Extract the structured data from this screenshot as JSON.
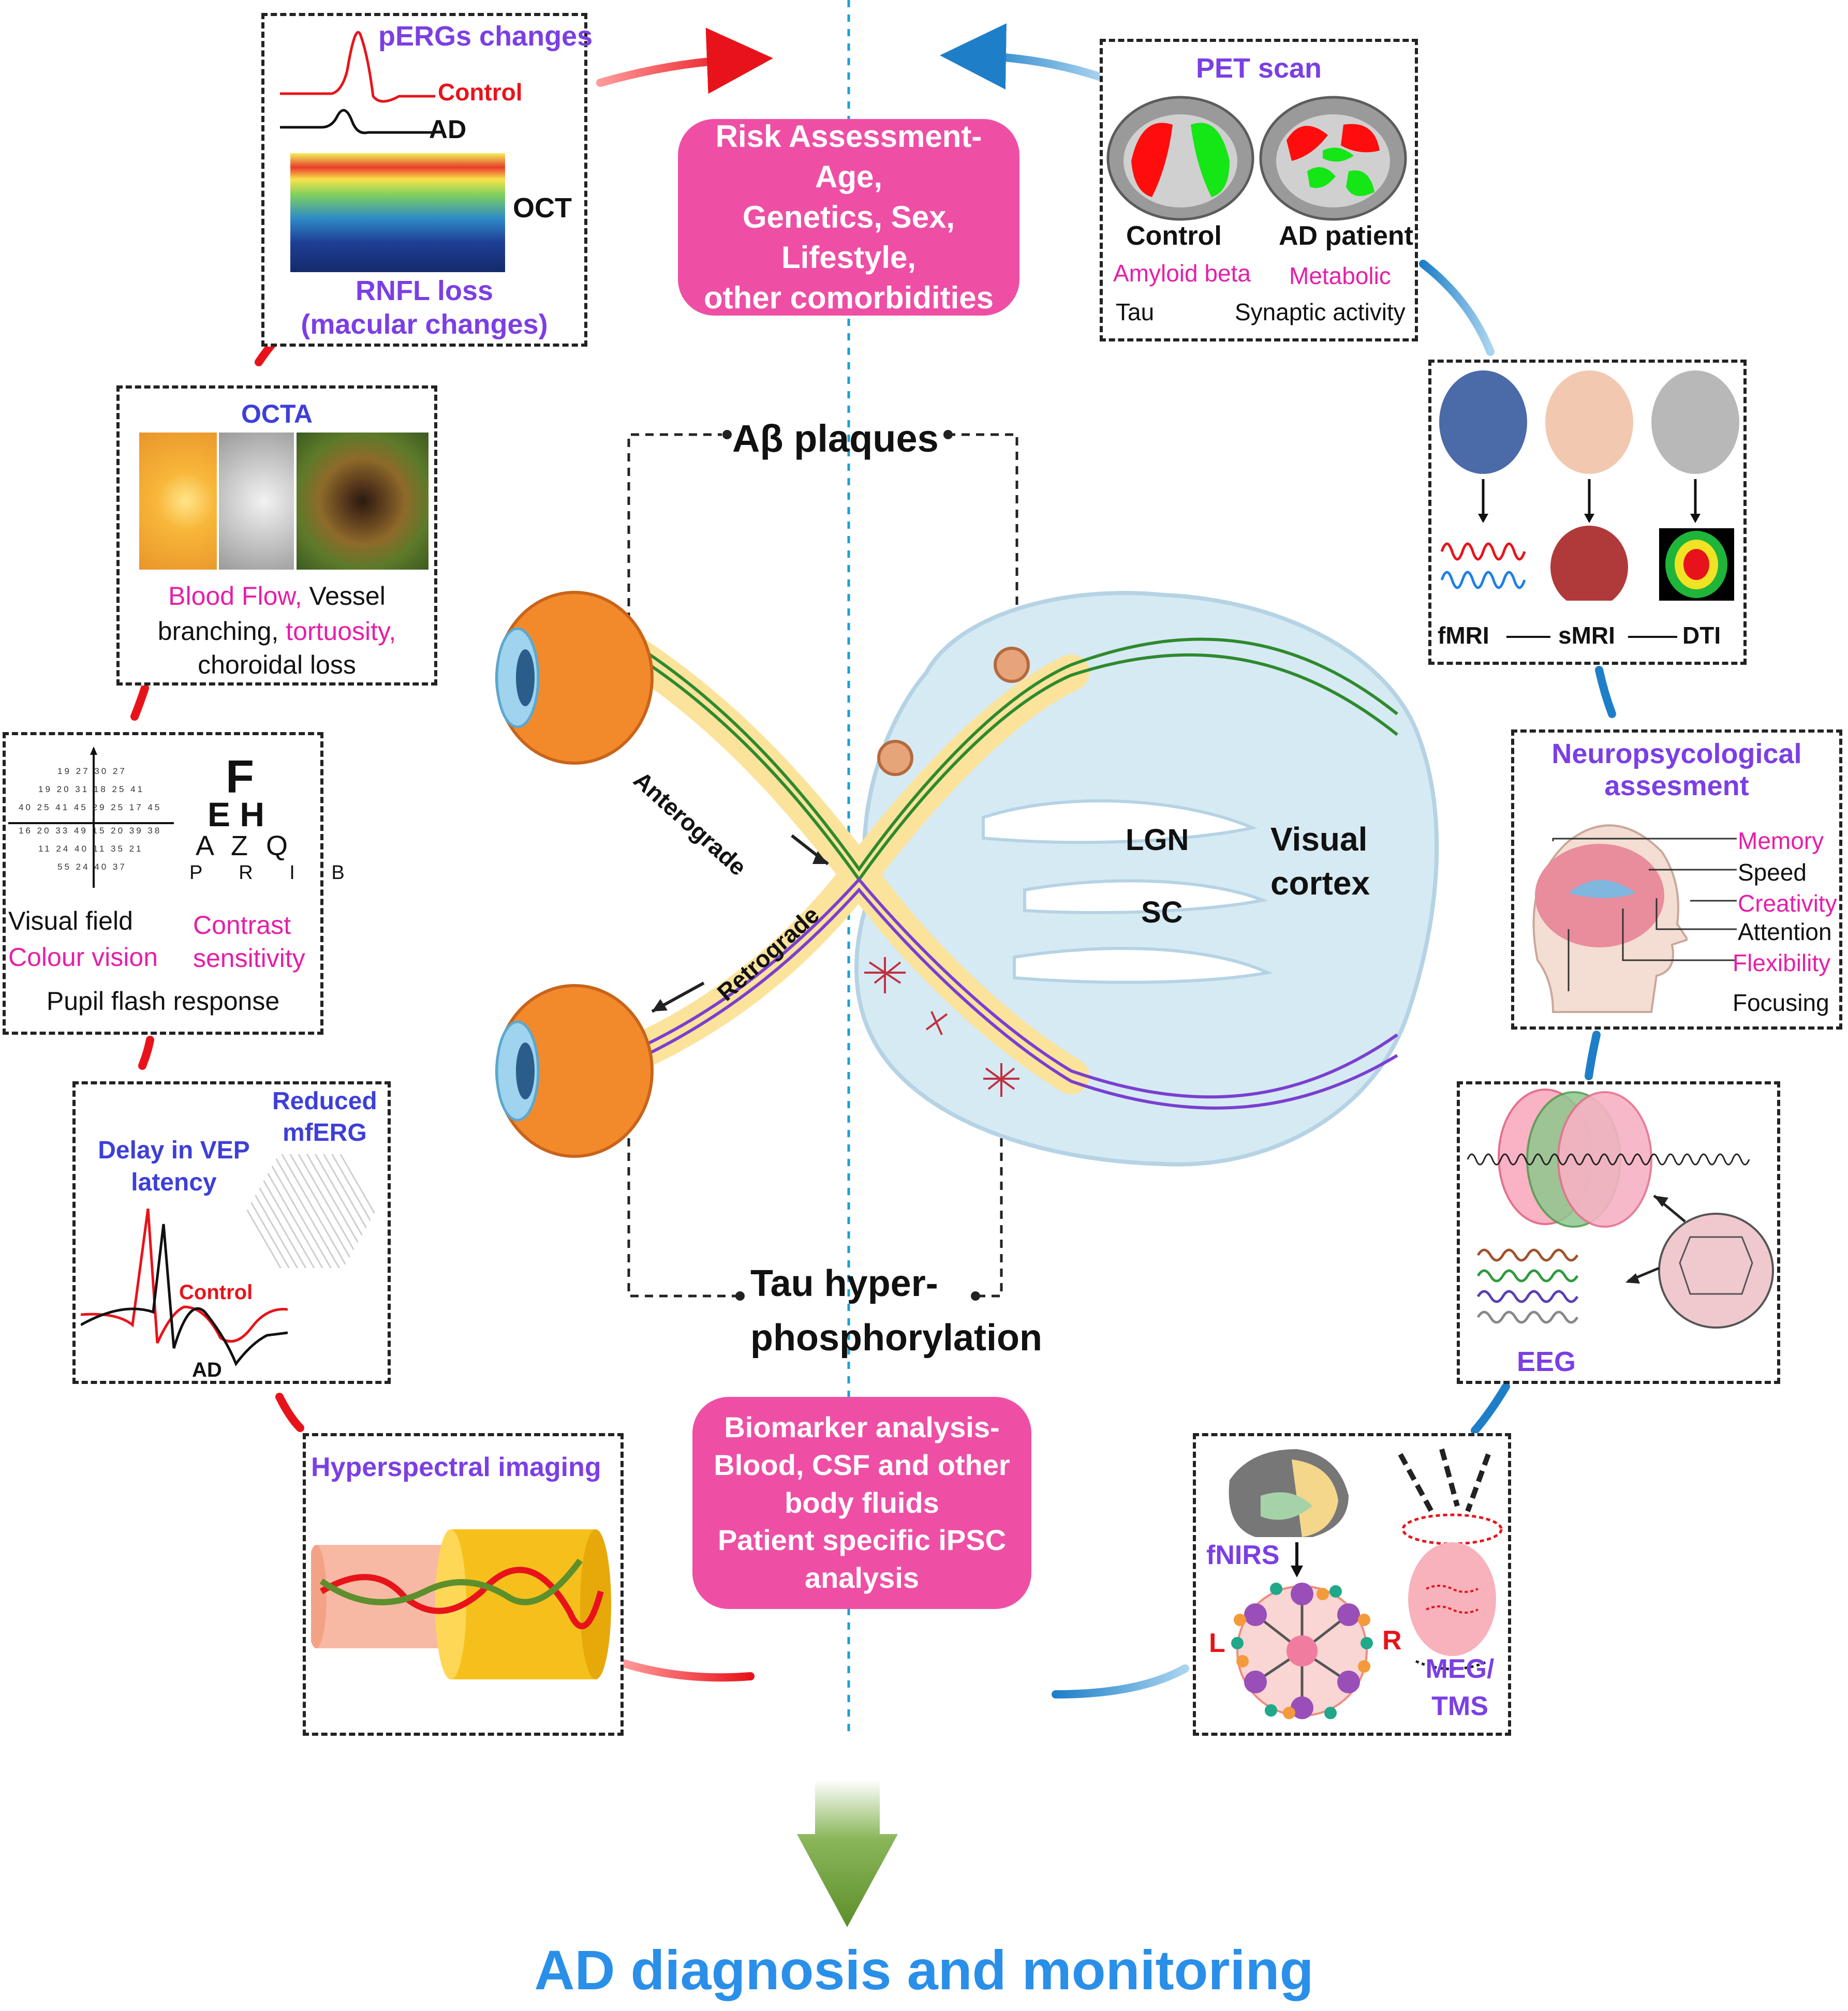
{
  "central": {
    "abeta": "Aβ plaques",
    "tau_line1": "Tau hyper-",
    "tau_line2": "phosphorylation",
    "anterograde": "Anterograde",
    "retrograde": "Retrograde",
    "lgn": "LGN",
    "sc": "SC",
    "visual_cortex_1": "Visual",
    "visual_cortex_2": "cortex"
  },
  "risk_box": {
    "line1": "Risk Assessment-Age,",
    "line2": "Genetics, Sex, Lifestyle,",
    "line3": "other comorbidities"
  },
  "biomarker_box": {
    "line1": "Biomarker analysis-",
    "line2": "Blood, CSF and other",
    "line3": "body fluids",
    "line4": "Patient specific iPSC",
    "line5": "analysis"
  },
  "perg": {
    "title": "pERGs changes",
    "control": "Control",
    "ad": "AD",
    "oct": "OCT",
    "rnfl1": "RNFL loss",
    "rnfl2": "(macular changes)"
  },
  "octa": {
    "title": "OCTA",
    "blood_flow": "Blood Flow,",
    "vessel": " Vessel",
    "branching": "branching, ",
    "tortuosity": "tortuosity,",
    "choroidal": "choroidal loss"
  },
  "visual_field": {
    "grid_numbers": [
      [
        "19",
        "27",
        "30",
        "27"
      ],
      [
        "19",
        "20",
        "31",
        "18",
        "25",
        "41"
      ],
      [
        "40",
        "25",
        "41",
        "45",
        "29",
        "25",
        "17",
        "45"
      ],
      [
        "16",
        "20",
        "33",
        "49",
        "15",
        "20",
        "39",
        "38"
      ],
      [
        "11",
        "24",
        "40",
        "11",
        "35",
        "21"
      ],
      [
        "55",
        "24",
        "40",
        "37"
      ]
    ],
    "chart_row1": "F",
    "chart_row2": "E H",
    "chart_row3": "A Z Q",
    "chart_row4": "P R I B",
    "visual_field": "Visual field",
    "colour_vision": "Colour vision",
    "contrast1": "Contrast",
    "contrast2": "sensitivity",
    "pupil": "Pupil flash response"
  },
  "vep": {
    "reduced1": "Reduced",
    "reduced2": "mfERG",
    "delay1": "Delay in VEP",
    "delay2": "latency",
    "control": "Control",
    "ad": "AD"
  },
  "hyperspectral": {
    "title": "Hyperspectral imaging"
  },
  "pet": {
    "title": "PET scan",
    "control": "Control",
    "ad_patient": "AD patient",
    "amyloid": "Amyloid beta",
    "metabolic": "Metabolic",
    "tau": "Tau",
    "synaptic": "Synaptic activity"
  },
  "mri": {
    "fmri": "fMRI",
    "smri": "sMRI",
    "dti": "DTI"
  },
  "neuro": {
    "title1": "Neuropsycological",
    "title2": "assesment",
    "memory": "Memory",
    "speed": "Speed",
    "creativity": "Creativity",
    "attention": "Attention",
    "flexibility": "Flexibility",
    "focusing": "Focusing"
  },
  "eeg": {
    "title": "EEG"
  },
  "fnirs": {
    "fnirs": "fNIRS",
    "l": "L",
    "r": "R",
    "meg1": "MEG/",
    "meg2": "TMS"
  },
  "footer": {
    "title": "AD diagnosis and monitoring"
  },
  "colors": {
    "pink_box": "#ee4fa5",
    "purple_title": "#7b3fe4",
    "footer_blue": "#2a8fe8",
    "arrow_green": "#5e8f2b",
    "left_arc": "#e8131a",
    "right_arc": "#1e7fc8"
  }
}
